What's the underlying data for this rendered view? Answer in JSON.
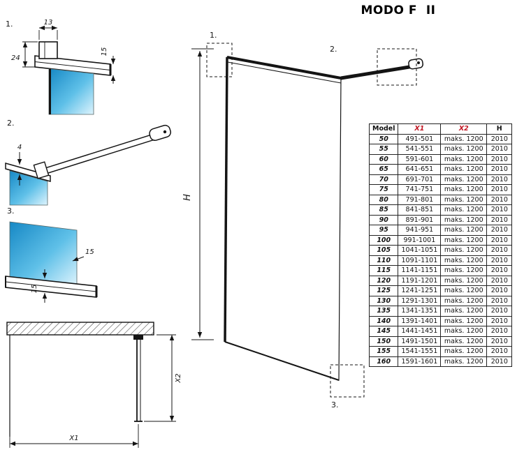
{
  "title": "MODO F  II",
  "colors": {
    "accent_red": "#c01622",
    "glass_blue": "#1a8ec9",
    "line": "#141414"
  },
  "elevation": {
    "callout1": "1.",
    "callout2": "2.",
    "callout3": "3.",
    "height_label": "H"
  },
  "detail1": {
    "label": "1.",
    "dim_width": "13",
    "dim_depth": "24",
    "dim_height": "15"
  },
  "detail2": {
    "label": "2.",
    "dim_thickness": "4"
  },
  "detail3": {
    "label": "3.",
    "dim_glass": "15",
    "dim_profile": "15"
  },
  "plan": {
    "dim_width": "X1",
    "dim_depth": "X2"
  },
  "table": {
    "headers": [
      "Model",
      "X1",
      "X2",
      "H"
    ],
    "rows": [
      [
        "50",
        "491-501",
        "maks. 1200",
        "2010"
      ],
      [
        "55",
        "541-551",
        "maks. 1200",
        "2010"
      ],
      [
        "60",
        "591-601",
        "maks. 1200",
        "2010"
      ],
      [
        "65",
        "641-651",
        "maks. 1200",
        "2010"
      ],
      [
        "70",
        "691-701",
        "maks. 1200",
        "2010"
      ],
      [
        "75",
        "741-751",
        "maks. 1200",
        "2010"
      ],
      [
        "80",
        "791-801",
        "maks. 1200",
        "2010"
      ],
      [
        "85",
        "841-851",
        "maks. 1200",
        "2010"
      ],
      [
        "90",
        "891-901",
        "maks. 1200",
        "2010"
      ],
      [
        "95",
        "941-951",
        "maks. 1200",
        "2010"
      ],
      [
        "100",
        "991-1001",
        "maks. 1200",
        "2010"
      ],
      [
        "105",
        "1041-1051",
        "maks. 1200",
        "2010"
      ],
      [
        "110",
        "1091-1101",
        "maks. 1200",
        "2010"
      ],
      [
        "115",
        "1141-1151",
        "maks. 1200",
        "2010"
      ],
      [
        "120",
        "1191-1201",
        "maks. 1200",
        "2010"
      ],
      [
        "125",
        "1241-1251",
        "maks. 1200",
        "2010"
      ],
      [
        "130",
        "1291-1301",
        "maks. 1200",
        "2010"
      ],
      [
        "135",
        "1341-1351",
        "maks. 1200",
        "2010"
      ],
      [
        "140",
        "1391-1401",
        "maks. 1200",
        "2010"
      ],
      [
        "145",
        "1441-1451",
        "maks. 1200",
        "2010"
      ],
      [
        "150",
        "1491-1501",
        "maks. 1200",
        "2010"
      ],
      [
        "155",
        "1541-1551",
        "maks. 1200",
        "2010"
      ],
      [
        "160",
        "1591-1601",
        "maks. 1200",
        "2010"
      ]
    ]
  }
}
